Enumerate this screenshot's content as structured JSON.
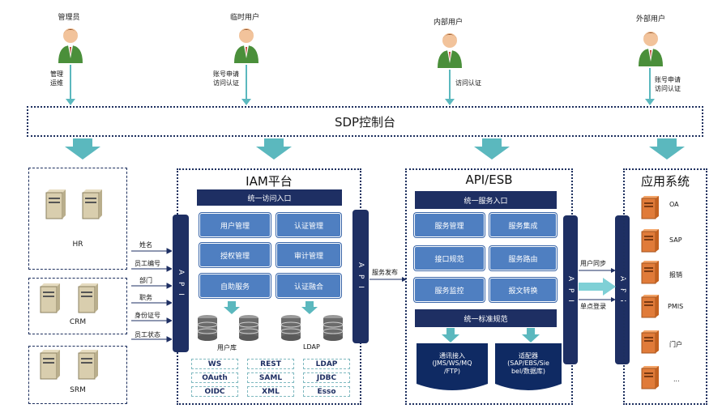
{
  "users": [
    {
      "name": "管理员",
      "action_line1": "管理",
      "action_line2": "运维"
    },
    {
      "name": "临时用户",
      "action_line1": "账号申请",
      "action_line2": "访问认证"
    },
    {
      "name": "内部用户",
      "action_line1": "访问认证",
      "action_line2": ""
    },
    {
      "name": "外部用户",
      "action_line1": "账号申请",
      "action_line2": "访问认证"
    }
  ],
  "sdp": {
    "label": "SDP控制台"
  },
  "sources": [
    {
      "label": "HR"
    },
    {
      "label": "CRM"
    },
    {
      "label": "SRM"
    }
  ],
  "sync_fields": [
    "姓名",
    "员工编号",
    "部门",
    "职务",
    "身份证号",
    "员工状态"
  ],
  "iam": {
    "title": "IAM平台",
    "entry": "统一访问入口",
    "modules": [
      "用户管理",
      "认证管理",
      "授权管理",
      "审计管理",
      "自助服务",
      "认证融合"
    ],
    "db_user": "用户库",
    "db_ldap": "LDAP",
    "protocols": [
      "WS",
      "REST",
      "LDAP",
      "OAuth",
      "SAML",
      "JDBC",
      "OIDC",
      "XML",
      "Esso"
    ]
  },
  "api_label": "A P I",
  "publish_label": "服务发布",
  "esb": {
    "title": "API/ESB",
    "entry": "统一服务入口",
    "modules": [
      "服务管理",
      "服务集成",
      "接口规范",
      "服务路由",
      "服务监控",
      "报文转换"
    ],
    "standard": "统一标准规范",
    "card1": "通讯接入\n(JMS/WS/MQ\n/FTP)",
    "card2": "适配器\n(SAP/EBS/Sie\nbel/数据库)"
  },
  "right_labels": {
    "sync": "用户同步",
    "sso": "单点登录"
  },
  "apps": {
    "title": "应用系统",
    "items": [
      "OA",
      "SAP",
      "报销",
      "PMIS",
      "门户",
      "..."
    ]
  },
  "colors": {
    "navy": "#1e2f63",
    "module_blue": "#4f7fc1",
    "teal": "#5bb8be",
    "orange": "#e07b39"
  }
}
